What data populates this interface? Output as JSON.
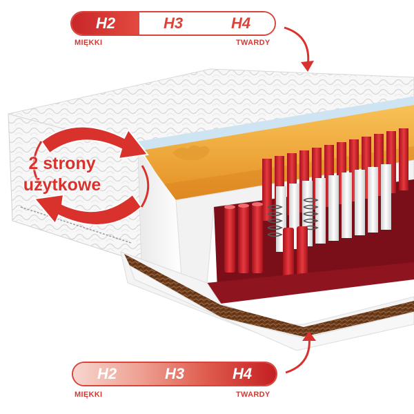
{
  "top_scale": {
    "levels": [
      "H2",
      "H3",
      "H4"
    ],
    "left_label": "MIĘKKI",
    "right_label": "TWARDY"
  },
  "bottom_scale": {
    "levels": [
      "H2",
      "H3",
      "H4"
    ],
    "left_label": "MIĘKKI",
    "right_label": "TWARDY"
  },
  "badge": {
    "line1": "2 strony",
    "line2": "użytkowe"
  },
  "colors": {
    "accent_red": "#d9312c",
    "foam_orange": "#f2a735",
    "pocket_red": "#c8232b",
    "coconut_brown": "#6b3d1e",
    "quilt_white": "#f4f4f4"
  }
}
